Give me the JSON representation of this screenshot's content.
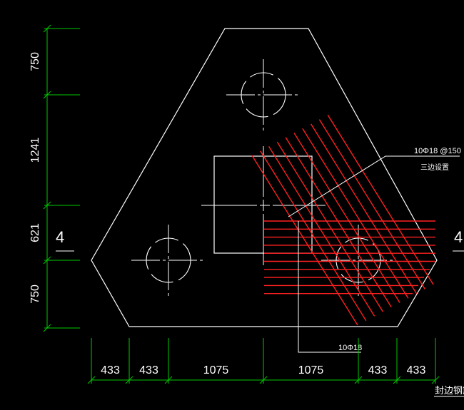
{
  "colors": {
    "background": "#000000",
    "outline": "#ffffff",
    "dimension": "#00c800",
    "rebar": "#ff2020",
    "label": "#ffffff"
  },
  "dimensions": {
    "vertical": [
      "750",
      "1241",
      "621",
      "750"
    ],
    "horizontal": [
      "433",
      "433",
      "1075",
      "1075",
      "433",
      "433"
    ]
  },
  "section_marks": {
    "left": "4",
    "right": "4"
  },
  "annotations": {
    "rebar_spec": "10Φ18 @150",
    "rebar_note": "三边设置",
    "bottom_rebar": "10Φ18",
    "title_fragment": "封边钢筋"
  },
  "pile_markers": [
    "pile-top",
    "pile-left",
    "pile-right"
  ]
}
